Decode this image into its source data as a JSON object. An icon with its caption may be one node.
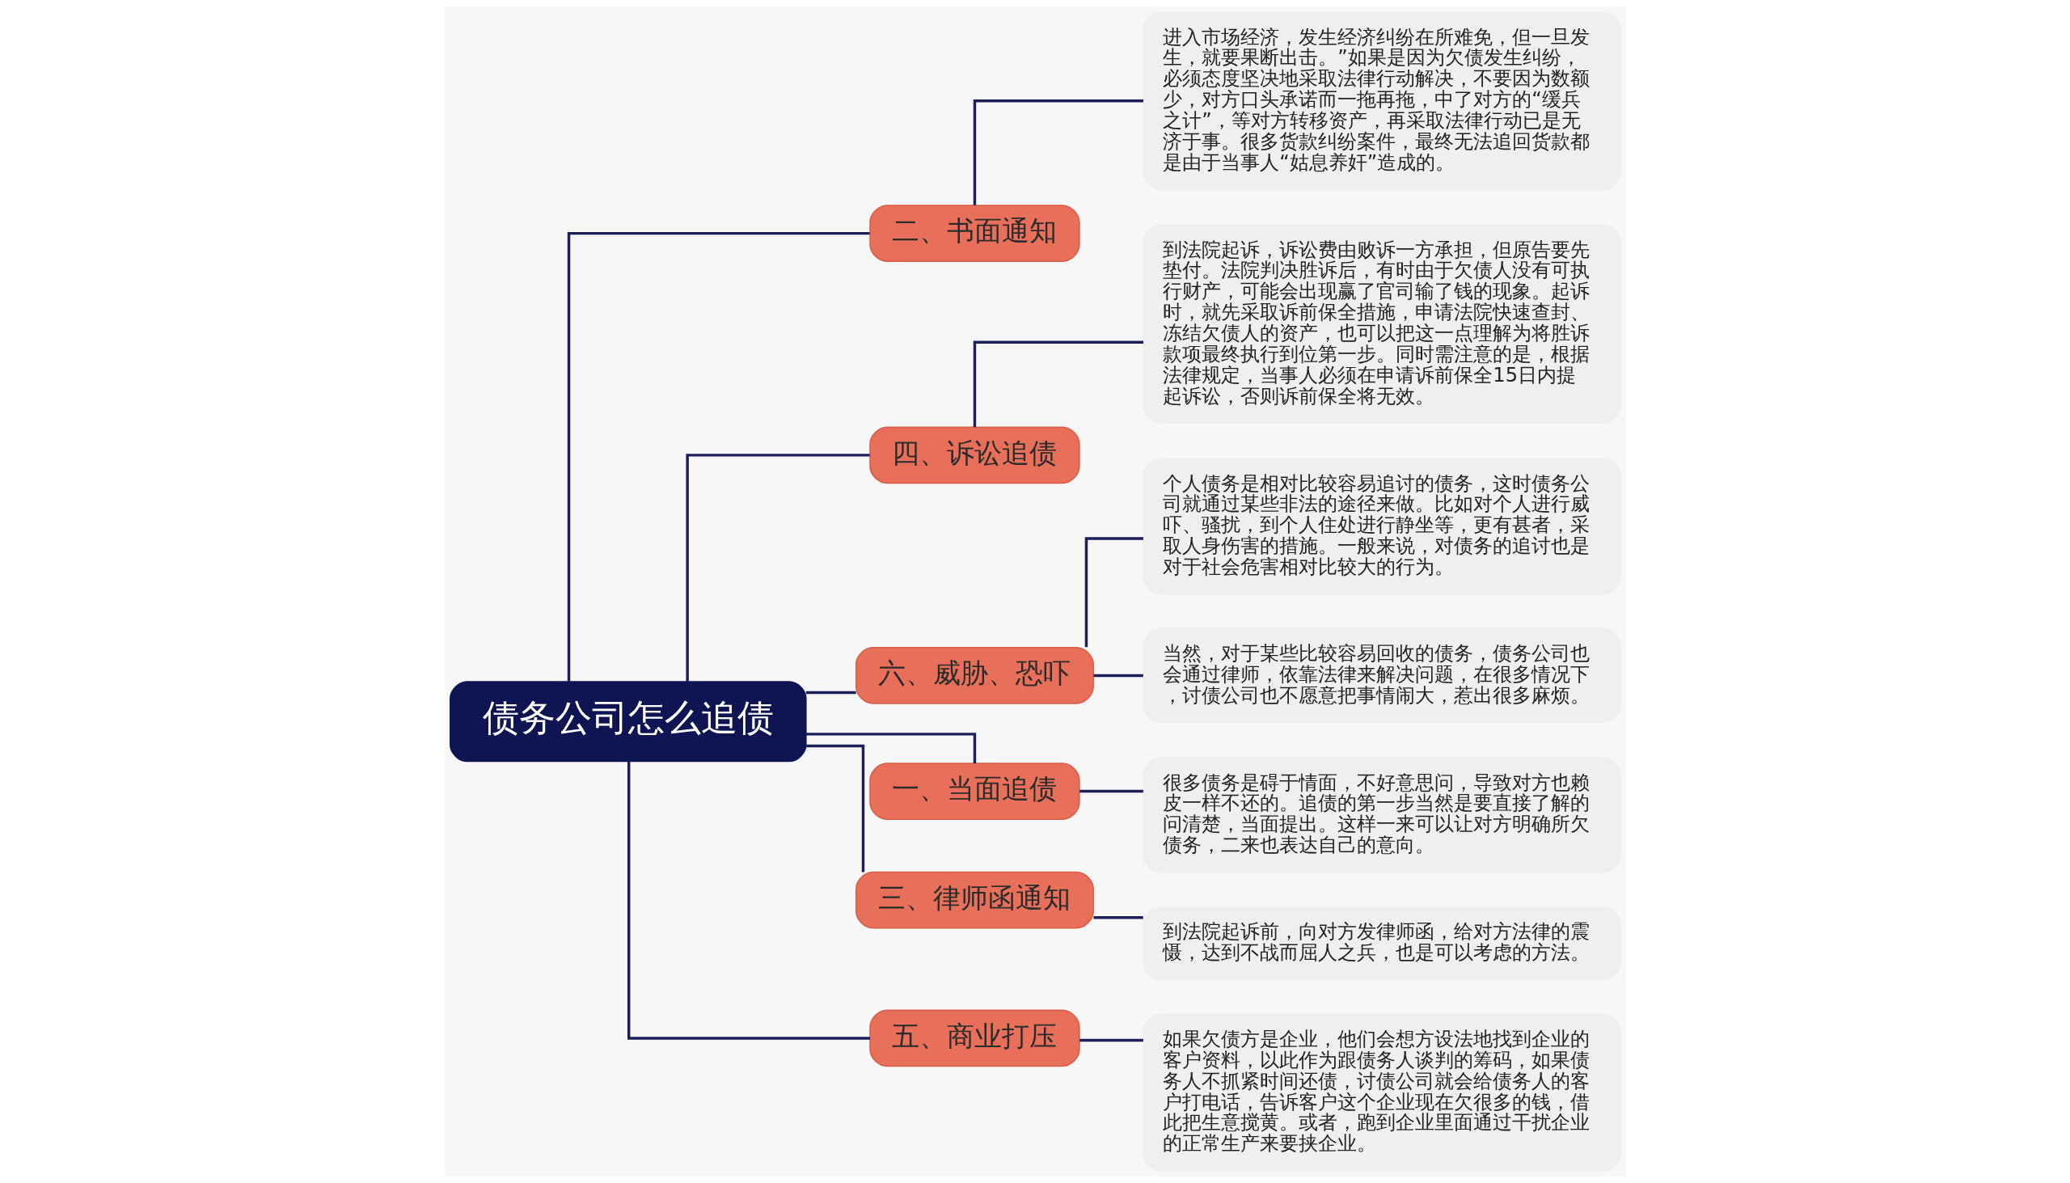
{
  "diagram": {
    "nodes": [
      {
        "text": [
          "债务公司怎么追债"
        ]
      },
      {
        "text": [
          "二、书面通知"
        ]
      },
      {
        "text": [
          "进入市场经济，发生经济纠纷在所难免，但一旦发生，就要果断出击。”如果是因为欠债发生纠纷，必须态度坚决地采取法律行动解决，不要因为数额少，对方口头承诺而一拖再拖，中了对方的“缓兵之计”，等对方转移资产，再采取法律行动已是无济于事。很多货款纠纷案件，最终无法追回货款都是由于当事人“姑息养奸”造成的。"
        ]
      },
      {
        "text": [
          "四、诉讼追债"
        ]
      },
      {
        "text": [
          "到法院起诉，诉讼费由败诉一方承担，但原告要先垫付。法院判决胜诉后，有时由于欠债人没有可执行财产，可能会出现赢了官司输了钱的现象。起诉时，就先采取诉前保全措施，申请法院快速查封、冻结欠债人的资产，也可以把这一点理解为将胜诉款项最终执行到位第一步。同时需注意的是，根据法律规定，当事人必须在申请诉前保全15日内提起诉讼，否则诉前保全将无效。"
        ]
      },
      {
        "text": [
          "六、威胁、恐吓"
        ]
      },
      {
        "text": [
          "个人债务是相对比较容易追讨的债务，这时债务公司就通过某些非法的途径来做。比如对个人进行威吓、骚扰，到个人住处进行静坐等，更有甚者，采取人身伤害的措施。一般来说，对债务的追讨也是对于社会危害相对比较大的行为。"
        ]
      },
      {
        "text": [
          "当然，对于某些比较容易回收的债务，债务公司也会通过律师，依靠法律来解决问题，在很多情况下，讨债公司也不愿意把事情闹大，惹出很多麻烦。"
        ]
      },
      {
        "text": [
          "一、当面追债"
        ]
      },
      {
        "text": [
          "很多债务是碍于情面，不好意思问，导致对方也赖皮一样不还的。追债的第一步当然是要直接了解的问清楚，当面提出。这样一来可以让对方明确所欠债务，二来也表达自己的意向。"
        ]
      },
      {
        "text": [
          "三、律师函通知"
        ]
      },
      {
        "text": [
          "到法院起诉前，向对方发律师函，给对方法律的震慑，达到不战而屈人之兵，也是可以考虑的方法。"
        ]
      },
      {
        "text": [
          "五、商业打压"
        ]
      },
      {
        "text": [
          "如果欠债方是企业，他们会想方设法地找到企业的客户资料，以此作为跟债务人谈判的筹码，如果债务人不抓紧时间还债，讨债公司就会给债务人的客户打电话，告诉客户这个企业现在欠很多的钱，借此把生意搅黄。或者，跑到企业里面通过干扰企业的正常生产来要挟企业。"
        ]
      }
    ],
    "edges": [
      {
        "from": 0,
        "to": 1,
        "arrow": "none"
      },
      {
        "from": 1,
        "to": 2,
        "arrow": "none"
      },
      {
        "from": 0,
        "to": 3,
        "arrow": "none"
      },
      {
        "from": 3,
        "to": 4,
        "arrow": "none"
      },
      {
        "from": 0,
        "to": 5,
        "arrow": "none"
      },
      {
        "from": 5,
        "to": 6,
        "arrow": "none"
      },
      {
        "from": 5,
        "to": 7,
        "arrow": "none"
      },
      {
        "from": 0,
        "to": 8,
        "arrow": "none"
      },
      {
        "from": 8,
        "to": 9,
        "arrow": "none"
      },
      {
        "from": 0,
        "to": 10,
        "arrow": "none"
      },
      {
        "from": 10,
        "to": 11,
        "arrow": "none"
      },
      {
        "from": 0,
        "to": 12,
        "arrow": "none"
      },
      {
        "from": 12,
        "to": 13,
        "arrow": "none"
      }
    ]
  }
}
